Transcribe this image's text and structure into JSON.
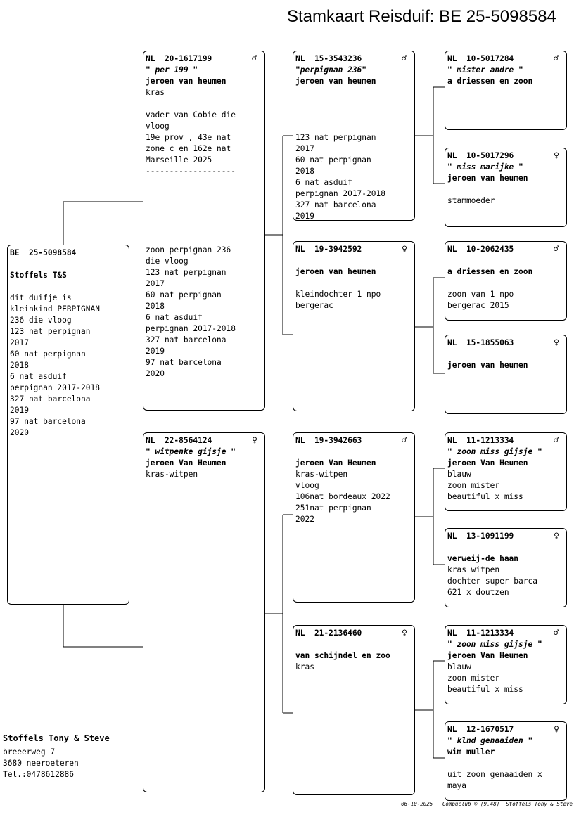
{
  "title": "Stamkaart Reisduif: BE  25-5098584",
  "main": {
    "ring": "BE  25-5098584",
    "name": "Stoffels T&S",
    "text": [
      "dit duifje is",
      "kleinkind PERPIGNAN",
      "236 die vloog",
      "123 nat perpignan",
      "2017",
      "60 nat perpignan",
      "2018",
      "6 nat asduif",
      "perpignan 2017-2018",
      "327 nat barcelona",
      "2019",
      "97 nat barcelona",
      "2020"
    ]
  },
  "father": {
    "ring": "NL  20-1617199",
    "sex": "♂",
    "nick": "\" per 199 \"",
    "owner": "jeroen van heumen",
    "text": [
      "kras",
      "",
      "vader van Cobie die",
      "vloog",
      "19e prov , 43e nat",
      "zone c en 162e nat",
      "Marseille 2025",
      "-------------------",
      "",
      "",
      "",
      "",
      "",
      "",
      "zoon perpignan 236",
      "die vloog",
      "123 nat perpignan",
      "2017",
      "60 nat perpignan",
      "2018",
      "6 nat asduif",
      "perpignan 2017-2018",
      "327 nat barcelona",
      "2019",
      "97 nat barcelona",
      "2020"
    ]
  },
  "mother": {
    "ring": "NL  22-8564124",
    "sex": "♀",
    "nick": "\" witpenke gijsje \"",
    "owner": "jeroen Van Heumen",
    "text": [
      "kras-witpen"
    ]
  },
  "ff": {
    "ring": "NL  15-3543236",
    "sex": "♂",
    "nick": "\"perpignan 236\"",
    "owner": "jeroen van heumen",
    "text": [
      "",
      "",
      "",
      "",
      "123 nat perpignan",
      "2017",
      "60 nat perpignan",
      "2018",
      "6 nat asduif",
      "perpignan 2017-2018",
      "327 nat barcelona",
      "2019"
    ]
  },
  "fm": {
    "ring": "NL  19-3942592",
    "sex": "♀",
    "nick": "",
    "owner": "jeroen van heumen",
    "text": [
      "",
      "kleindochter 1 npo",
      "bergerac"
    ]
  },
  "mf": {
    "ring": "NL  19-3942663",
    "sex": "♂",
    "nick": "",
    "owner": "jeroen Van Heumen",
    "text": [
      "kras-witpen",
      "vloog",
      "106nat bordeaux 2022",
      "251nat perpignan",
      "2022"
    ]
  },
  "mm": {
    "ring": "NL  21-2136460",
    "sex": "♀",
    "nick": "",
    "owner": "van schijndel en zoo",
    "text": [
      "kras"
    ]
  },
  "fff": {
    "ring": "NL  10-5017284",
    "sex": "♂",
    "nick": "\" mister andre \"",
    "owner": "",
    "text": [],
    "owner_plain": "a driessen en zoon"
  },
  "ffm": {
    "ring": "NL  10-5017296",
    "sex": "♀",
    "nick": "\" miss marijke \"",
    "owner": "jeroen van heumen",
    "text": [
      "",
      "stammoeder"
    ]
  },
  "fmf": {
    "ring": "NL  10-2062435",
    "sex": "♂",
    "nick": "",
    "owner": "a driessen en zoon",
    "text": [
      "",
      "zoon van 1 npo",
      "bergerac 2015"
    ]
  },
  "fmm": {
    "ring": "NL  15-1855063",
    "sex": "♀",
    "nick": "",
    "owner": "jeroen van heumen",
    "text": []
  },
  "mff": {
    "ring": "NL  11-1213334",
    "sex": "♂",
    "nick": "\" zoon miss gijsje \"",
    "owner": "jeroen Van Heumen",
    "text": [
      "blauw",
      "zoon mister",
      "beautiful x miss"
    ]
  },
  "mfm": {
    "ring": "NL  13-1091199",
    "sex": "♀",
    "nick": "",
    "owner": "verweij-de haan",
    "text": [
      "kras witpen",
      "dochter super barca",
      "621 x doutzen"
    ]
  },
  "mmf": {
    "ring": "NL  11-1213334",
    "sex": "♂",
    "nick": "\" zoon miss gijsje \"",
    "owner": "jeroen Van Heumen",
    "text": [
      "blauw",
      "zoon mister",
      "beautiful x miss"
    ]
  },
  "mmm": {
    "ring": "NL  12-1670517",
    "sex": "♀",
    "nick": "\" klnd genaaiden \"",
    "owner": "wim muller",
    "text": [
      "",
      "uit zoon genaaiden x",
      "maya"
    ]
  },
  "footer": {
    "name": "Stoffels Tony & Steve",
    "street": "breeerweg 7",
    "city": "3680  neeroeteren",
    "tel": "Tel.:0478612886"
  },
  "stamp": "06-10-2025   Compuclub © [9.48]  Stoffels Tony & Steve"
}
